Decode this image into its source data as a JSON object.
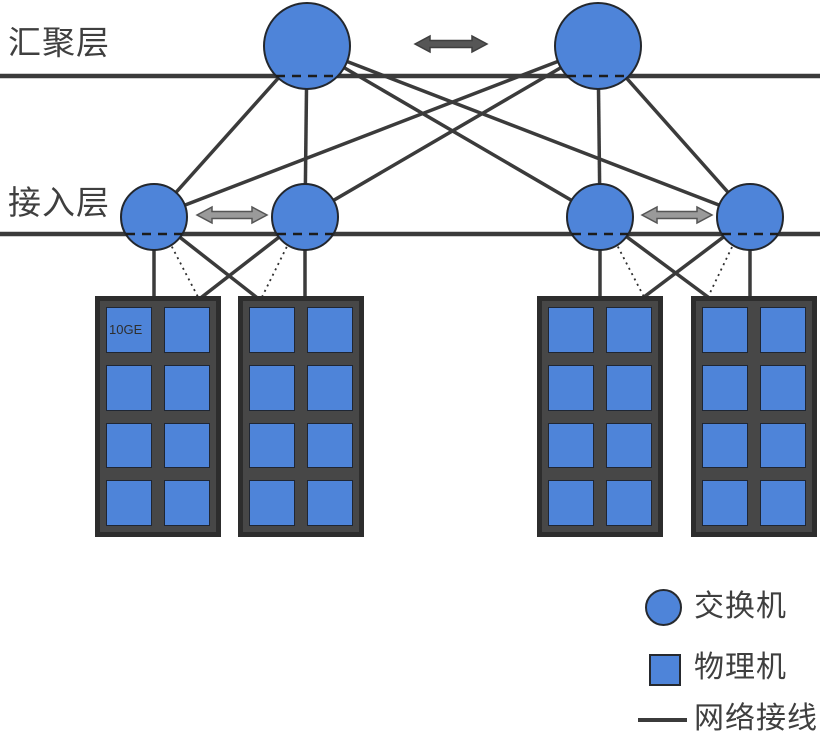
{
  "layers": {
    "aggregation": "汇聚层",
    "access": "接入层"
  },
  "rack": {
    "port_label": "10GE"
  },
  "legend": {
    "switch": "交换机",
    "server": "物理机",
    "line": "网络接线"
  },
  "colors": {
    "node_fill": "#4E84D9",
    "node_stroke": "#23272d",
    "link_line": "#3b3b3b",
    "rack_body": "#474747",
    "rack_border": "#2d2d2d",
    "arrow_top": "#565656",
    "arrow_access": "#9a9a9a",
    "text": "#3f3f3f"
  }
}
